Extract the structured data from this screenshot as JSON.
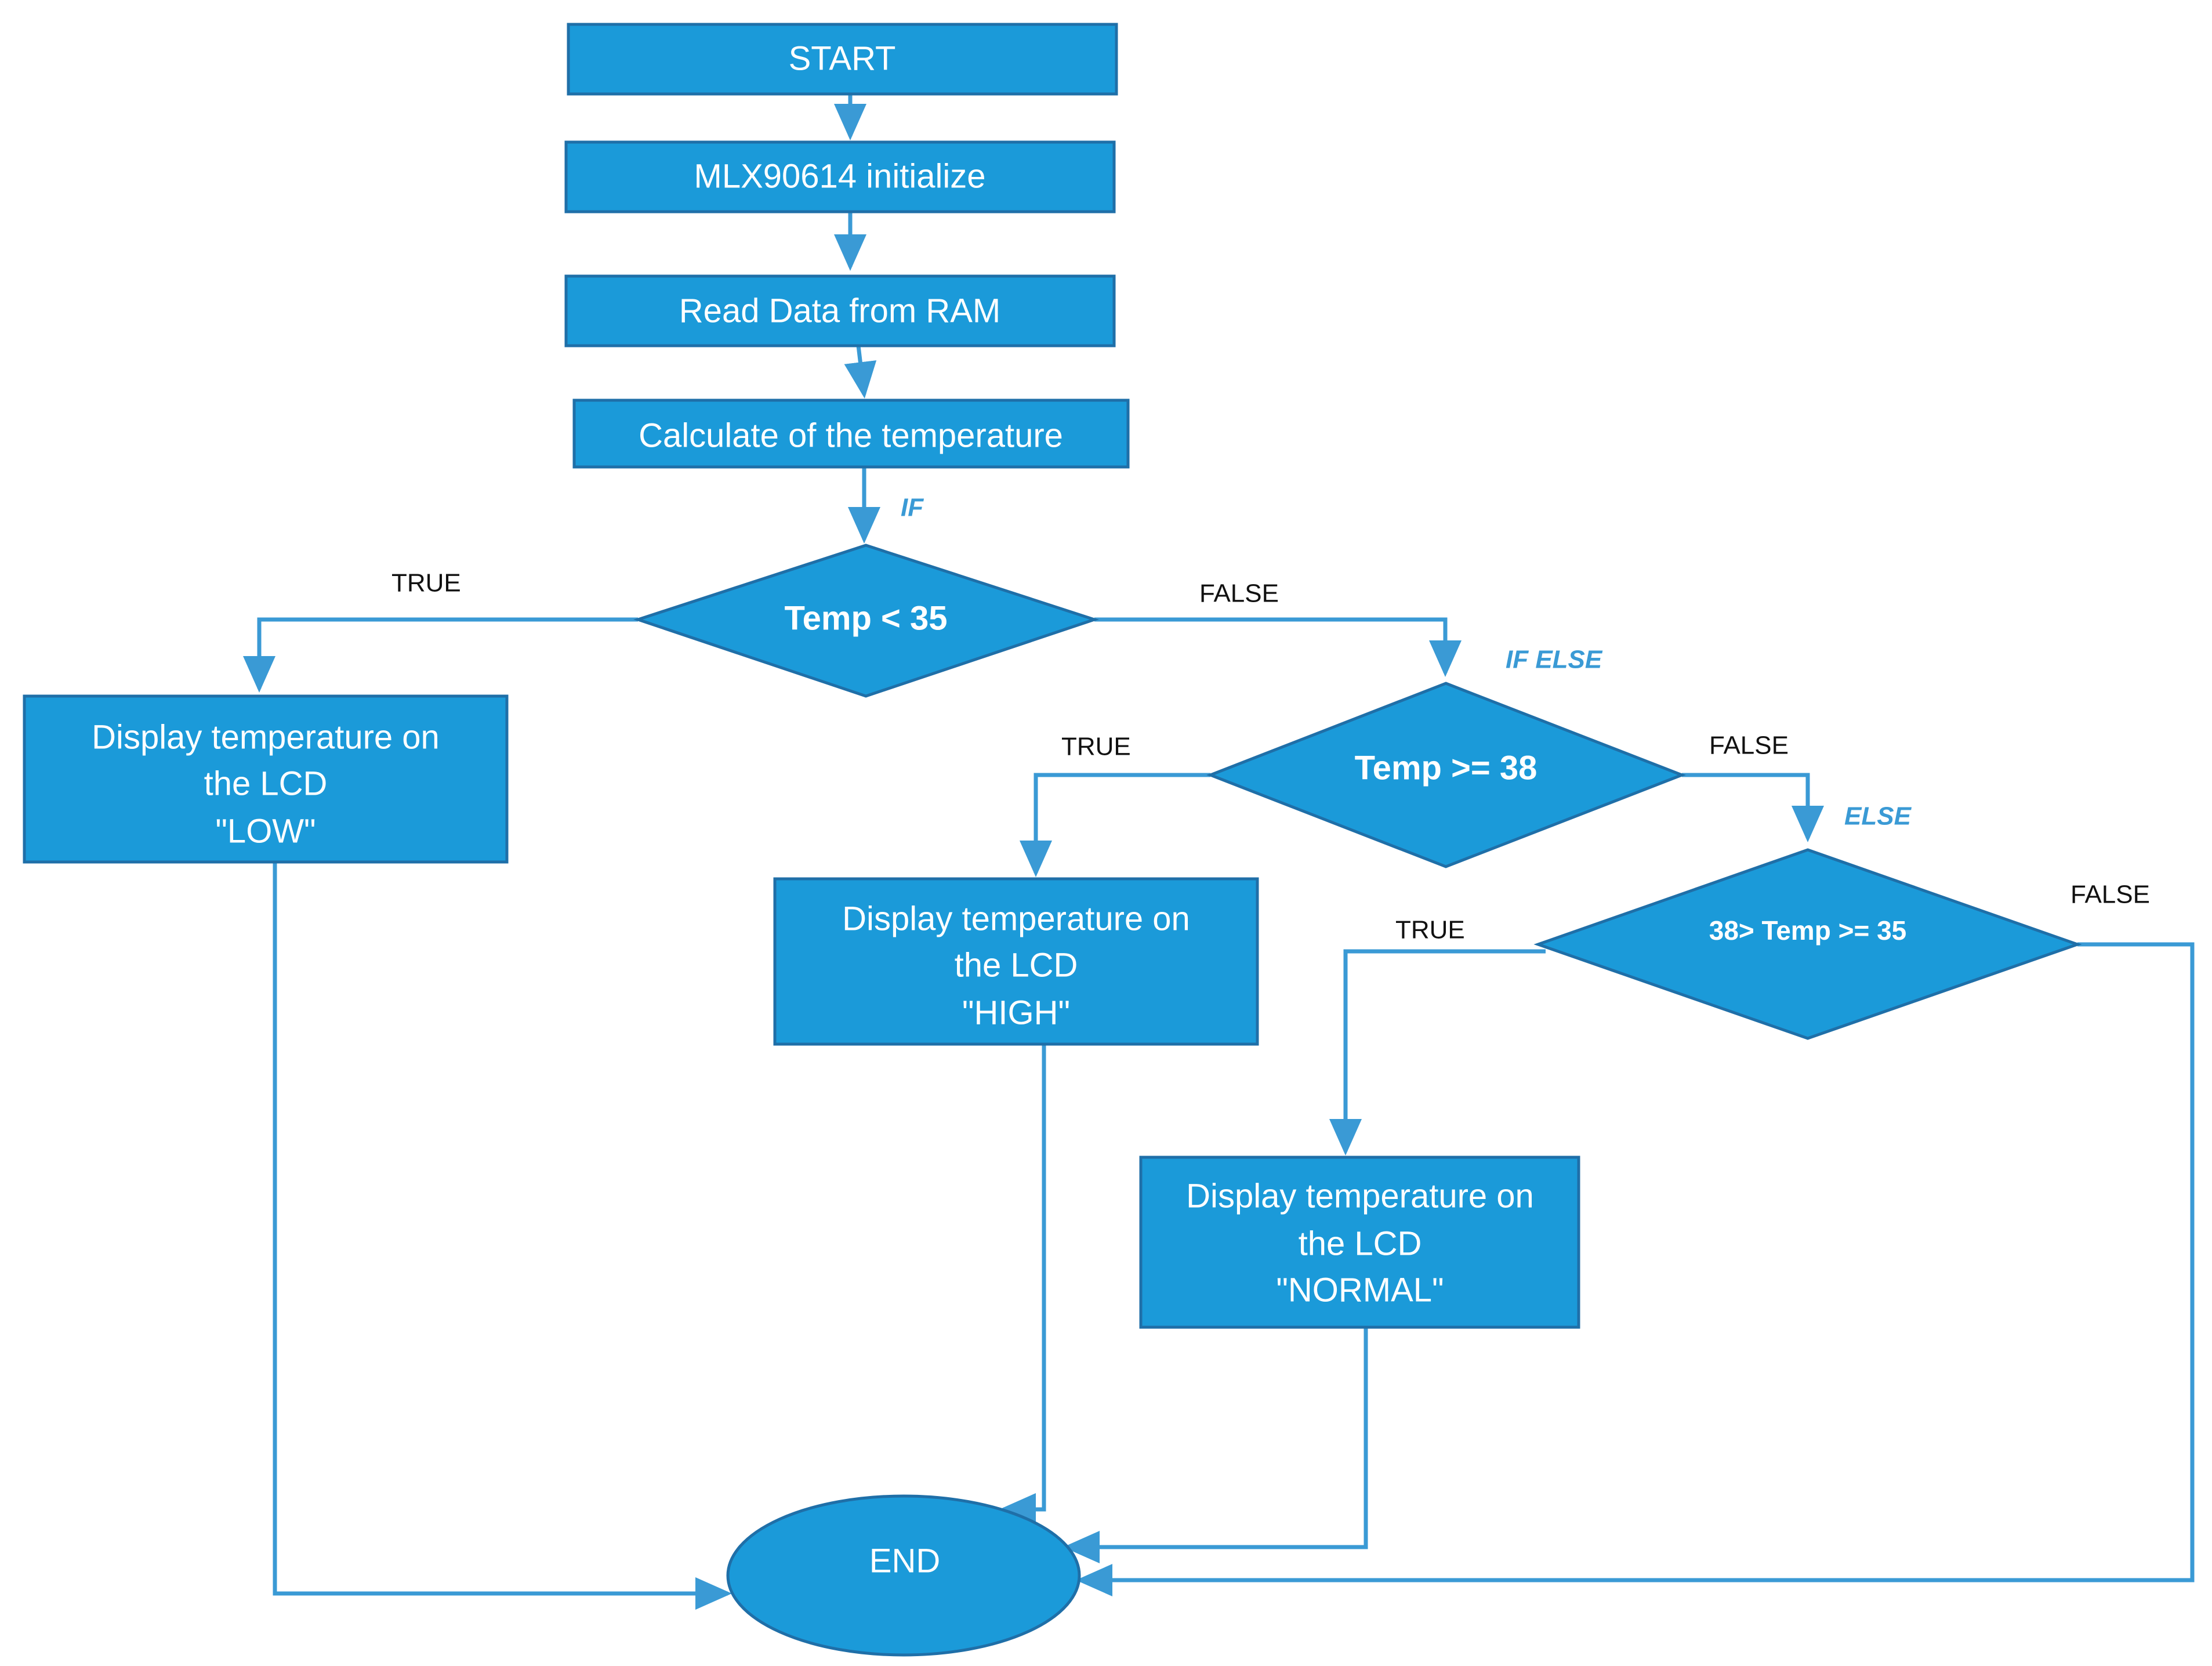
{
  "colors": {
    "shape_fill": "#1b9ad9",
    "shape_border": "#1f6fa8",
    "connector": "#3a9ad5",
    "keyword": "#3a9ad5"
  },
  "nodes": {
    "start": "START",
    "init": "MLX90614 initialize",
    "read": "Read Data from RAM",
    "calc": "Calculate of the temperature",
    "decision_1": "Temp < 35",
    "decision_2": "Temp >= 38",
    "decision_3": "38> Temp >= 35",
    "display_low": [
      "Display temperature on",
      "the LCD",
      "\"LOW\""
    ],
    "display_high": [
      "Display temperature on",
      "the LCD",
      "\"HIGH\""
    ],
    "display_normal": [
      "Display temperature on",
      "the LCD",
      "\"NORMAL\""
    ],
    "end": "END"
  },
  "keywords": {
    "if": "IF",
    "if_else": "IF ELSE",
    "else": "ELSE"
  },
  "edge_labels": {
    "d1_true": "TRUE",
    "d1_false": "FALSE",
    "d2_true": "TRUE",
    "d2_false": "FALSE",
    "d3_true": "TRUE",
    "d3_false": "FALSE"
  }
}
